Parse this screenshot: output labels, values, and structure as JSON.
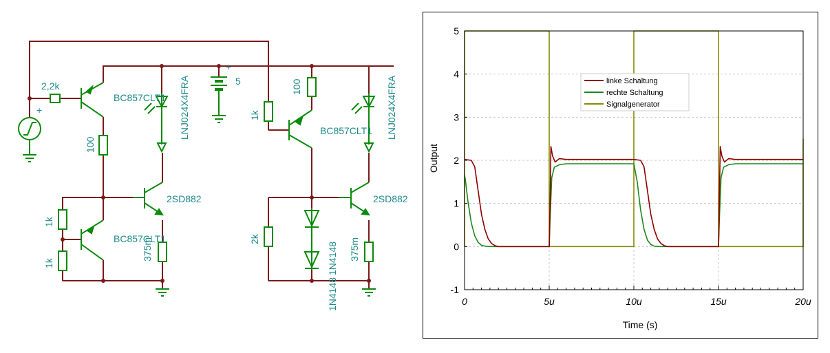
{
  "schematic": {
    "source_label": "+",
    "battery_label": "5",
    "battery_plus": "+",
    "left": {
      "r_in": "2,2k",
      "q1": "BC857CLT1",
      "led": "LNJ024X4FRA",
      "r_collector": "100",
      "q2": "2SD882",
      "r_div_top": "1k",
      "r_div_bottom": "1k",
      "q3": "BC857CLT1",
      "r_emitter": "375m"
    },
    "right": {
      "r_base": "1k",
      "r_top": "100",
      "q1": "BC857CLT1",
      "led": "LNJ024X4FRA",
      "q2": "2SD882",
      "r_left": "2k",
      "d1": "1N4148",
      "d2": "1N4148",
      "r_emitter": "375m"
    }
  },
  "colors": {
    "wire": "#7a1a1a",
    "component": "#0a8a0a",
    "label": "#1f8a8a",
    "linke": "#8b0000",
    "rechte": "#1a8a1a",
    "signal": "#8a8a00"
  },
  "chart_data": {
    "type": "line",
    "xlabel": "Time (s)",
    "ylabel": "Output",
    "xlim": [
      0,
      20
    ],
    "ylim": [
      -1,
      5
    ],
    "x_ticks": [
      "0",
      "5u",
      "10u",
      "15u",
      "20u"
    ],
    "y_ticks": [
      "-1",
      "0",
      "1",
      "2",
      "3",
      "4",
      "5"
    ],
    "grid": true,
    "legend_position": "center",
    "series": [
      {
        "name": "linke Schaltung",
        "color": "#8b0000",
        "x": [
          0,
          0.4,
          0.6,
          0.8,
          1.0,
          1.2,
          1.4,
          1.6,
          1.8,
          2.0,
          5.0,
          5.02,
          5.1,
          5.2,
          5.35,
          5.6,
          6.0,
          10.0,
          10.4,
          10.6,
          10.8,
          11.0,
          11.2,
          11.4,
          11.6,
          11.8,
          12.0,
          15.0,
          15.02,
          15.1,
          15.2,
          15.35,
          15.6,
          16.0,
          20.0
        ],
        "y": [
          2.02,
          2.0,
          1.85,
          1.3,
          0.75,
          0.4,
          0.18,
          0.07,
          0.02,
          0.0,
          0.0,
          0.3,
          2.32,
          2.1,
          1.96,
          2.04,
          2.02,
          2.02,
          2.0,
          1.85,
          1.3,
          0.75,
          0.4,
          0.18,
          0.07,
          0.02,
          0.0,
          0.0,
          0.3,
          2.32,
          2.1,
          1.96,
          2.04,
          2.02,
          2.02
        ]
      },
      {
        "name": "rechte Schaltung",
        "color": "#1a8a1a",
        "x": [
          0,
          0.05,
          0.2,
          0.4,
          0.6,
          0.8,
          1.0,
          1.2,
          1.5,
          5.0,
          5.05,
          5.15,
          5.3,
          5.6,
          6.0,
          10.0,
          10.2,
          10.4,
          10.6,
          10.8,
          11.0,
          11.2,
          11.5,
          15.0,
          15.05,
          15.15,
          15.3,
          15.6,
          16.0,
          20.0
        ],
        "y": [
          1.65,
          1.55,
          1.05,
          0.55,
          0.25,
          0.1,
          0.03,
          0.01,
          0.0,
          0.0,
          0.6,
          1.6,
          1.84,
          1.9,
          1.92,
          1.92,
          1.5,
          0.85,
          0.4,
          0.15,
          0.05,
          0.01,
          0.0,
          0.0,
          0.6,
          1.6,
          1.84,
          1.9,
          1.92,
          1.92
        ]
      },
      {
        "name": "Signalgenerator",
        "color": "#8a8a00",
        "x": [
          0,
          0,
          5,
          5,
          10,
          10,
          15,
          15,
          20,
          20
        ],
        "y": [
          0,
          5,
          5,
          0,
          0,
          5,
          5,
          0,
          0,
          2.5
        ]
      }
    ]
  }
}
